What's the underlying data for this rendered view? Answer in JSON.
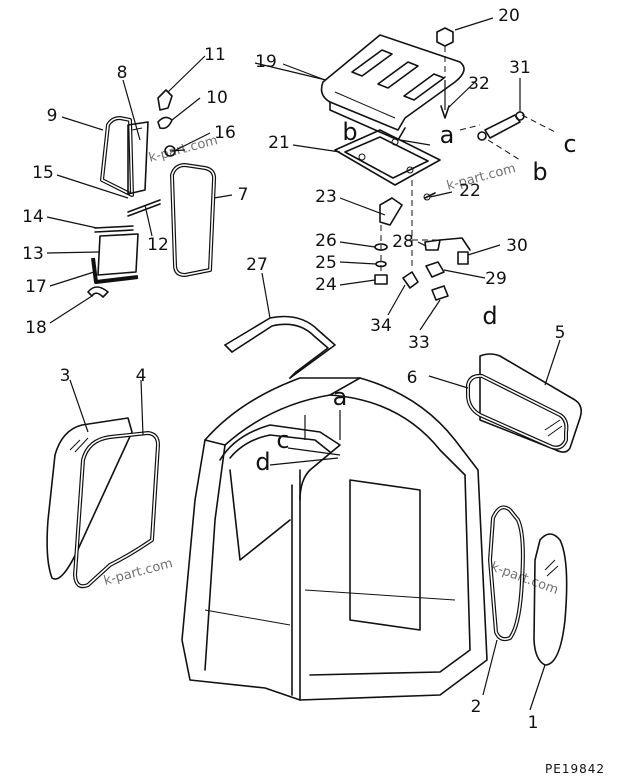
{
  "drawing_code": "PE19842",
  "watermark": "k-part.com",
  "callouts": [
    {
      "key": "1",
      "text": "1"
    },
    {
      "key": "2",
      "text": "2"
    },
    {
      "key": "3",
      "text": "3"
    },
    {
      "key": "4",
      "text": "4"
    },
    {
      "key": "5",
      "text": "5"
    },
    {
      "key": "6",
      "text": "6"
    },
    {
      "key": "7",
      "text": "7"
    },
    {
      "key": "8",
      "text": "8"
    },
    {
      "key": "9",
      "text": "9"
    },
    {
      "key": "10",
      "text": "10"
    },
    {
      "key": "11",
      "text": "11"
    },
    {
      "key": "12",
      "text": "12"
    },
    {
      "key": "13",
      "text": "13"
    },
    {
      "key": "14",
      "text": "14"
    },
    {
      "key": "15",
      "text": "15"
    },
    {
      "key": "16",
      "text": "16"
    },
    {
      "key": "17",
      "text": "17"
    },
    {
      "key": "18",
      "text": "18"
    },
    {
      "key": "19",
      "text": "19"
    },
    {
      "key": "20",
      "text": "20"
    },
    {
      "key": "21",
      "text": "21"
    },
    {
      "key": "22",
      "text": "22"
    },
    {
      "key": "23",
      "text": "23"
    },
    {
      "key": "24",
      "text": "24"
    },
    {
      "key": "25",
      "text": "25"
    },
    {
      "key": "26",
      "text": "26"
    },
    {
      "key": "27",
      "text": "27"
    },
    {
      "key": "28",
      "text": "28"
    },
    {
      "key": "29",
      "text": "29"
    },
    {
      "key": "30",
      "text": "30"
    },
    {
      "key": "31",
      "text": "31"
    },
    {
      "key": "32",
      "text": "32"
    },
    {
      "key": "33",
      "text": "33"
    },
    {
      "key": "34",
      "text": "34"
    }
  ],
  "reference_letters": [
    {
      "key": "a1",
      "text": "a"
    },
    {
      "key": "b1",
      "text": "b"
    },
    {
      "key": "b2",
      "text": "b"
    },
    {
      "key": "c1",
      "text": "c"
    },
    {
      "key": "d1",
      "text": "d"
    },
    {
      "key": "a2",
      "text": "a"
    },
    {
      "key": "c2",
      "text": "c"
    },
    {
      "key": "d2",
      "text": "d"
    }
  ]
}
